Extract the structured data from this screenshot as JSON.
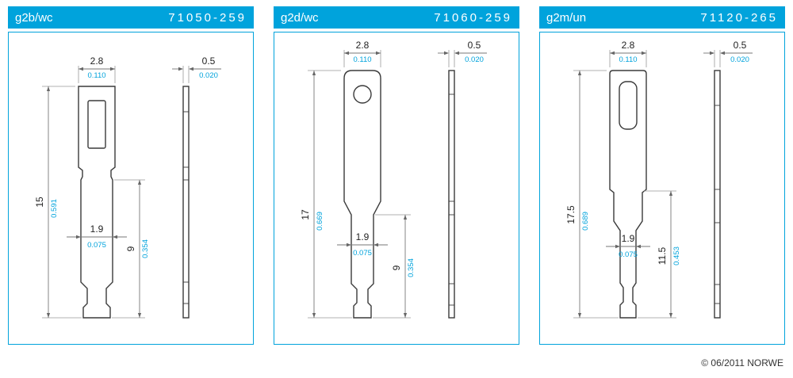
{
  "colors": {
    "accent": "#00a3dc",
    "mm_text": "#222222",
    "inch_text": "#00a3dc"
  },
  "footer": {
    "copyright": "© 06/2011 NORWE"
  },
  "panels": [
    {
      "name": "g2b/wc",
      "part_number": "71050-259",
      "dims": {
        "width_mm": "2.8",
        "width_in": "0.110",
        "thickness_mm": "0.5",
        "thickness_in": "0.020",
        "height_mm": "15",
        "height_in": "0.591",
        "stem_mm": "1.9",
        "stem_in": "0.075",
        "lower_mm": "9",
        "lower_in": "0.354"
      }
    },
    {
      "name": "g2d/wc",
      "part_number": "71060-259",
      "dims": {
        "width_mm": "2.8",
        "width_in": "0.110",
        "thickness_mm": "0.5",
        "thickness_in": "0.020",
        "height_mm": "17",
        "height_in": "0.669",
        "stem_mm": "1.9",
        "stem_in": "0.075",
        "lower_mm": "9",
        "lower_in": "0.354"
      }
    },
    {
      "name": "g2m/un",
      "part_number": "71120-265",
      "dims": {
        "width_mm": "2.8",
        "width_in": "0.110",
        "thickness_mm": "0.5",
        "thickness_in": "0.020",
        "height_mm": "17.5",
        "height_in": "0.689",
        "stem_mm": "1.9",
        "stem_in": "0.075",
        "lower_mm": "11.5",
        "lower_in": "0.453"
      }
    }
  ]
}
